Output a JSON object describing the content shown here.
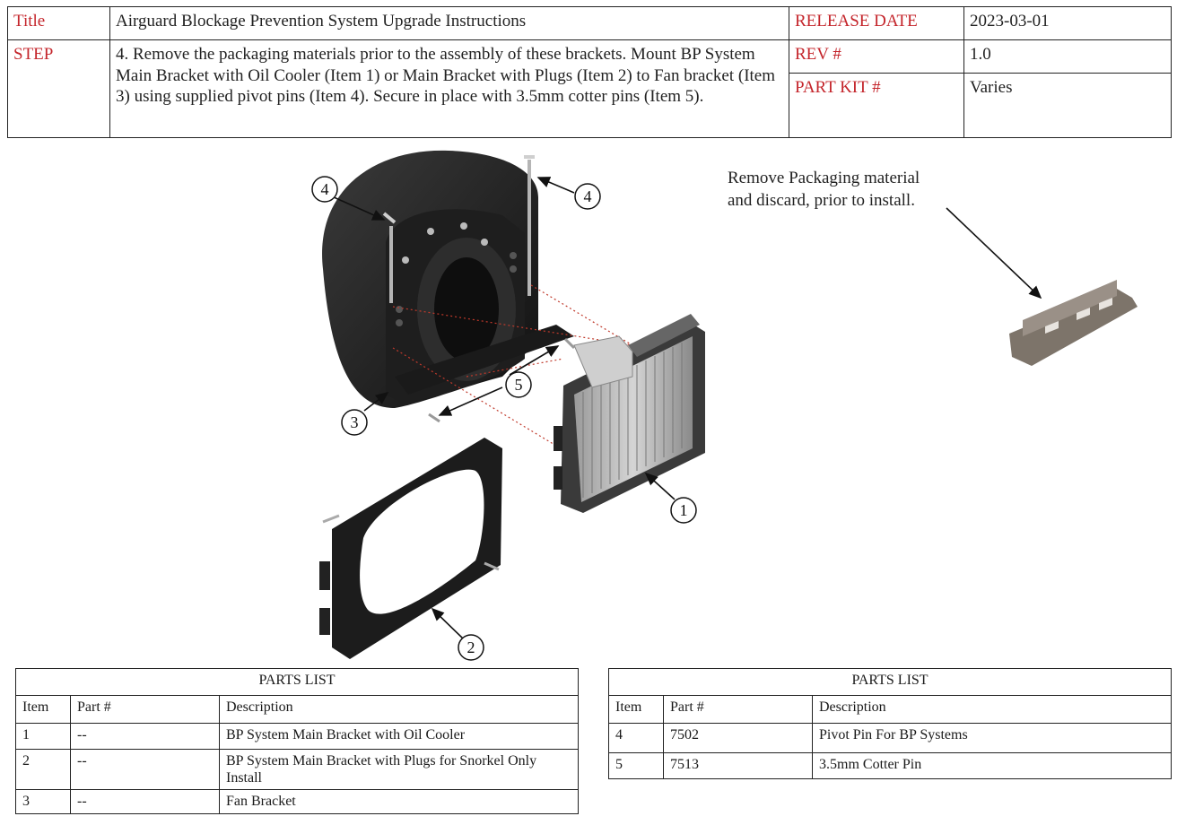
{
  "header": {
    "title_label": "Title",
    "title_value": "Airguard Blockage Prevention System Upgrade Instructions",
    "release_date_label": "RELEASE DATE",
    "release_date_value": "2023-03-01",
    "step_label": "STEP",
    "step_text": "4. Remove the packaging materials prior to the assembly of these brackets. Mount BP System Main Bracket with Oil Cooler (Item 1) or Main Bracket with Plugs (Item 2) to Fan bracket (Item 3) using supplied pivot pins (Item 4).  Secure in place with 3.5mm cotter pins (Item 5).",
    "rev_label": "REV #",
    "rev_value": "1.0",
    "part_kit_label": "PART KIT #",
    "part_kit_value": "Varies"
  },
  "figure": {
    "note_line1": "Remove Packaging material",
    "note_line2": "and discard, prior to install.",
    "callouts": [
      "4",
      "4",
      "5",
      "3",
      "1",
      "2"
    ]
  },
  "parts_list_left": {
    "caption": "PARTS LIST",
    "columns": [
      "Item",
      "Part #",
      "Description"
    ],
    "rows": [
      {
        "item": "1",
        "part": "--",
        "desc": "BP System Main Bracket with Oil Cooler"
      },
      {
        "item": "2",
        "part": "--",
        "desc": "BP System Main Bracket with Plugs for Snorkel Only Install"
      },
      {
        "item": "3",
        "part": "--",
        "desc": "Fan Bracket"
      }
    ]
  },
  "parts_list_right": {
    "caption": "PARTS LIST",
    "columns": [
      "Item",
      "Part #",
      "Description"
    ],
    "rows": [
      {
        "item": "4",
        "part": "7502",
        "desc": "Pivot Pin For BP Systems"
      },
      {
        "item": "5",
        "part": "7513",
        "desc": "3.5mm Cotter Pin"
      }
    ]
  }
}
